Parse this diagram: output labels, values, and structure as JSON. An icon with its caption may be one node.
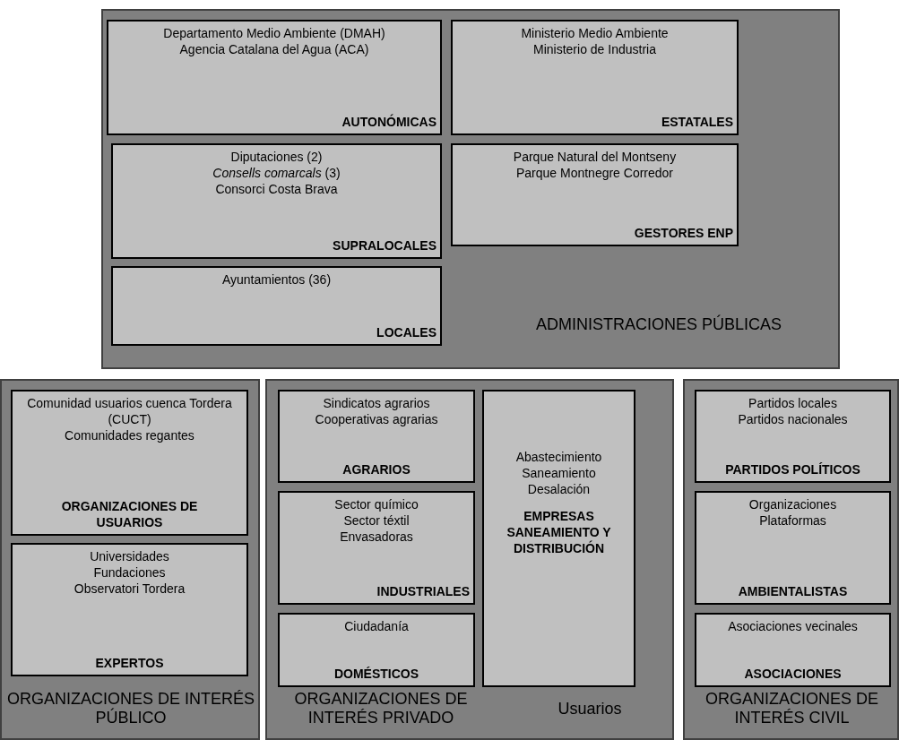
{
  "diagram": {
    "nodes": [
      {
        "text": [
          "ADMINISTRACIONES PÚBLICAS"
        ]
      },
      {
        "text": [
          "Departamento Medio Ambiente (DMAH)",
          "Agencia Catalana del Agua (ACA)",
          "AUTONÓMICAS"
        ],
        "in": 0
      },
      {
        "text": [
          "Ministerio Medio Ambiente",
          "Ministerio de Industria",
          "ESTATALES"
        ],
        "in": 0
      },
      {
        "text": [
          "Diputaciones (2)",
          "*Consells comarcals* (3)",
          "Consorci Costa Brava",
          "SUPRALOCALES"
        ],
        "in": 0
      },
      {
        "text": [
          "Parque Natural del Montseny",
          "Parque Montnegre Corredor",
          "GESTORES ENP"
        ],
        "in": 0
      },
      {
        "text": [
          "Ayuntamientos (36)",
          "LOCALES"
        ],
        "in": 0
      },
      {
        "text": [
          "ORGANIZACIONES DE INTERÉS PÚBLICO"
        ]
      },
      {
        "text": [
          "Comunidad usuarios cuenca Tordera (CUCT)",
          "Comunidades regantes",
          "ORGANIZACIONES DE USUARIOS"
        ],
        "in": 6
      },
      {
        "text": [
          "Universidades",
          "Fundaciones",
          "Observatori Tordera",
          "EXPERTOS"
        ],
        "in": 6
      },
      {
        "text": [
          "ORGANIZACIONES DE INTERÉS PRIVADO",
          "Usuarios"
        ]
      },
      {
        "text": [
          "Sindicatos agrarios",
          "Cooperativas agrarias",
          "AGRARIOS"
        ],
        "in": 9
      },
      {
        "text": [
          "Sector químico",
          "Sector téxtil",
          "Envasadoras",
          "INDUSTRIALES"
        ],
        "in": 9
      },
      {
        "text": [
          "Ciudadanía",
          "DOMÉSTICOS"
        ],
        "in": 9
      },
      {
        "text": [
          "Abastecimiento",
          "Saneamiento",
          "Desalación",
          "EMPRESAS SANEAMIENTO Y DISTRIBUCIÓN"
        ],
        "in": 9
      },
      {
        "text": [
          "ORGANIZACIONES DE INTERÉS CIVIL"
        ]
      },
      {
        "text": [
          "Partidos locales",
          "Partidos nacionales",
          "PARTIDOS POLÍTICOS"
        ],
        "in": 14
      },
      {
        "text": [
          "Organizaciones",
          "Plataformas",
          "AMBIENTALISTAS"
        ],
        "in": 14
      },
      {
        "text": [
          "Asociaciones vecinales",
          "ASOCIACIONES"
        ],
        "in": 14
      }
    ]
  }
}
